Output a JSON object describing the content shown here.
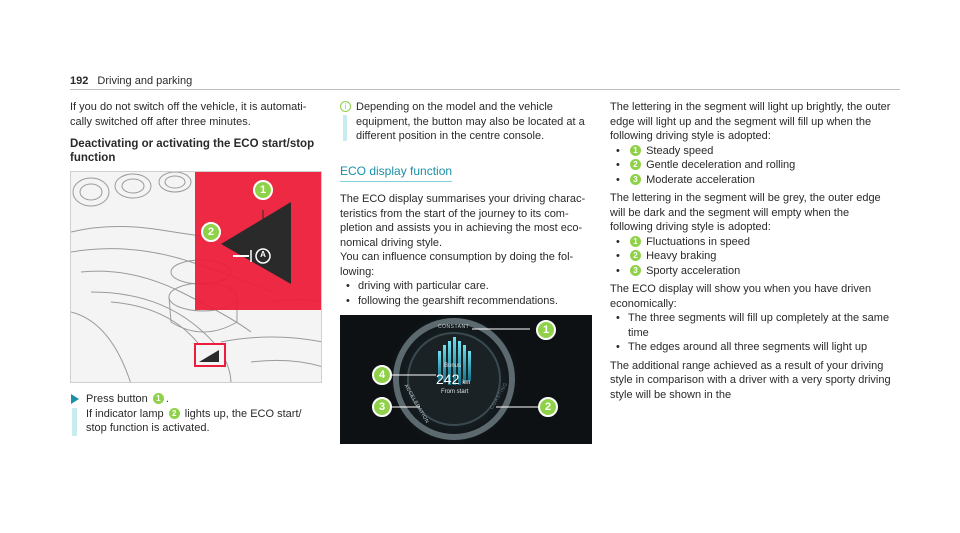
{
  "header": {
    "page_number": "192",
    "section": "Driving and parking"
  },
  "col1": {
    "intro": "If you do not switch off the vehicle, it is automati- cally switched off after three minutes.",
    "heading_line1": "Deactivating or activating the ECO start/stop",
    "heading_line2": "function",
    "figure": {
      "callout1": "1",
      "callout2": "2",
      "symbol": "A"
    },
    "step_a": "Press button",
    "step_a_num": "1",
    "step_a_end": ".",
    "step_b1": "If indicator lamp",
    "step_b_num": "2",
    "step_b2": "lights up, the ECO start/",
    "step_b3": "stop function is activated."
  },
  "col2": {
    "note_icon": "i",
    "note": "Depending on the model and the vehicle equipment, the button may also be located at a different position in the centre console.",
    "heading": "ECO display function",
    "p1": "The ECO display summarises your driving charac- teristics from the start of the journey to its com- pletion and assists you in achieving the most eco- nomical driving style.",
    "p2": "You can influence consumption by doing the fol- lowing:",
    "bullets": [
      "driving with particular care.",
      "following the gearshift recommendations."
    ],
    "figure": {
      "constant": "CONSTANT",
      "acceleration": "ACCELERATION",
      "coasting": "COASTING",
      "bonus": "Bonus",
      "value": "242",
      "unit": "km",
      "from_start": "From start",
      "c1": "1",
      "c2": "2",
      "c3": "3",
      "c4": "4"
    }
  },
  "col3": {
    "p1": "The lettering in the segment will light up brightly, the outer edge will light up and the segment will fill up when the following driving style is adopted:",
    "list1": [
      {
        "n": "1",
        "t": "Steady speed"
      },
      {
        "n": "2",
        "t": "Gentle deceleration and rolling"
      },
      {
        "n": "3",
        "t": "Moderate acceleration"
      }
    ],
    "p2": "The lettering in the segment will be grey, the outer edge will be dark and the segment will empty when the following driving style is adopted:",
    "list2": [
      {
        "n": "1",
        "t": "Fluctuations in speed"
      },
      {
        "n": "2",
        "t": "Heavy braking"
      },
      {
        "n": "3",
        "t": "Sporty acceleration"
      }
    ],
    "p3": "The ECO display will show you when you have driven economically:",
    "bullets": [
      "The three segments will fill up completely at the same time",
      "The edges around all three segments will light up"
    ],
    "p4": "The additional range achieved as a result of your driving style in comparison with a driver with a very sporty driving style will be shown in the"
  }
}
